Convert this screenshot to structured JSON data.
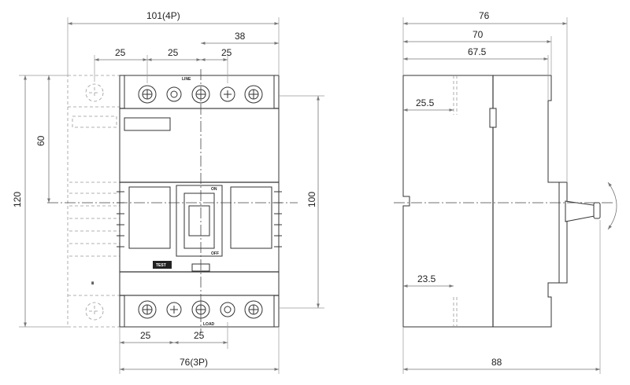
{
  "drawing": {
    "front_view": {
      "dim_width_4p": "101(4P)",
      "dim_38": "38",
      "dim_pitch_top": [
        "25",
        "25",
        "25"
      ],
      "dim_60": "60",
      "dim_120": "120",
      "dim_100": "100",
      "dim_pitch_bottom": [
        "25",
        "25"
      ],
      "dim_width_3p": "76(3P)",
      "label_line": "LINE",
      "label_load": "LOAD",
      "label_on": "ON",
      "label_off": "OFF",
      "label_test": "TEST"
    },
    "side_view": {
      "dim_76": "76",
      "dim_70": "70",
      "dim_67_5": "67.5",
      "dim_25_5": "25.5",
      "dim_23_5": "23.5",
      "dim_88": "88"
    }
  }
}
